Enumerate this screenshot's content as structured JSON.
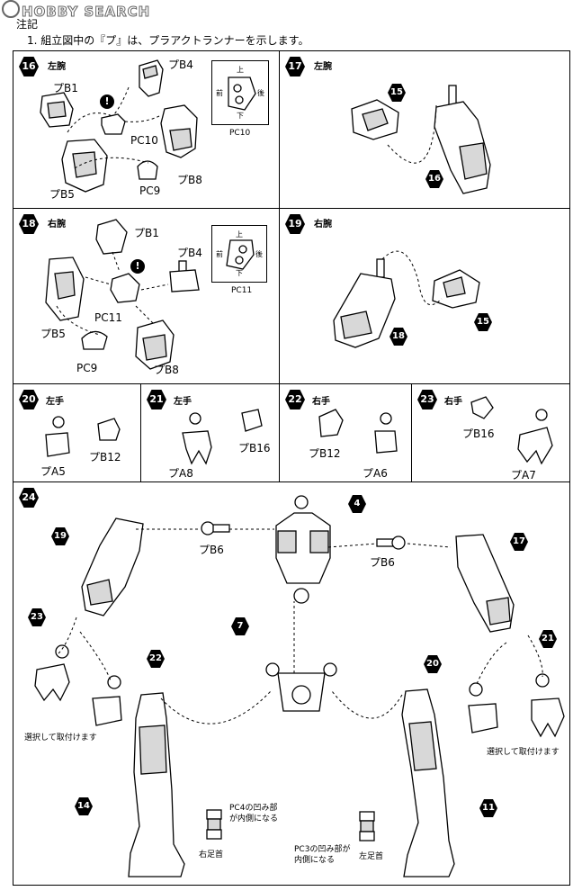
{
  "watermark": "HOBBY SEARCH",
  "note": {
    "title": "注記",
    "line1": "1. 組立図中の『プ』は、プラアクトランナーを示します。"
  },
  "pc_orient": {
    "up": "上",
    "down": "下",
    "front": "前",
    "back": "後"
  },
  "steps": {
    "s16": {
      "num": "16",
      "title": "左腕",
      "pb4": "プB4",
      "pb1": "プB1",
      "pc10": "PC10",
      "pb8": "プB8",
      "pc9": "PC9",
      "pb5": "プB5",
      "pcbox": "PC10"
    },
    "s17": {
      "num": "17",
      "title": "左腕",
      "c15": "15",
      "c16": "16"
    },
    "s18": {
      "num": "18",
      "title": "右腕",
      "pb1": "プB1",
      "pb4": "プB4",
      "pc11": "PC11",
      "pb5": "プB5",
      "pc9": "PC9",
      "pb8": "プB8",
      "pcbox": "PC11"
    },
    "s19": {
      "num": "19",
      "title": "右腕",
      "c15": "15",
      "c18": "18"
    },
    "s20": {
      "num": "20",
      "title": "左手",
      "pb12": "プB12",
      "pa5": "プA5"
    },
    "s21": {
      "num": "21",
      "title": "左手",
      "pb16": "プB16",
      "pa8": "プA8"
    },
    "s22": {
      "num": "22",
      "title": "右手",
      "pb12": "プB12",
      "pa6": "プA6"
    },
    "s23": {
      "num": "23",
      "title": "右手",
      "pb16": "プB16",
      "pa7": "プA7"
    },
    "s24": {
      "num": "24",
      "c19": "19",
      "c4": "4",
      "c17": "17",
      "pb6l": "プB6",
      "pb6r": "プB6",
      "c23": "23",
      "c22": "22",
      "c7": "7",
      "c20": "20",
      "c21": "21",
      "c14": "14",
      "c11": "11",
      "select_l": "選択して取付けます",
      "select_r": "選択して取付けます",
      "pc4_note1": "PC4の凹み部",
      "pc4_note2": "が内側になる",
      "right_ankle": "右足首",
      "pc3_note1": "PC3の凹み部が",
      "pc3_note2": "内側になる",
      "left_ankle": "左足首"
    }
  },
  "warn_mark": "!"
}
